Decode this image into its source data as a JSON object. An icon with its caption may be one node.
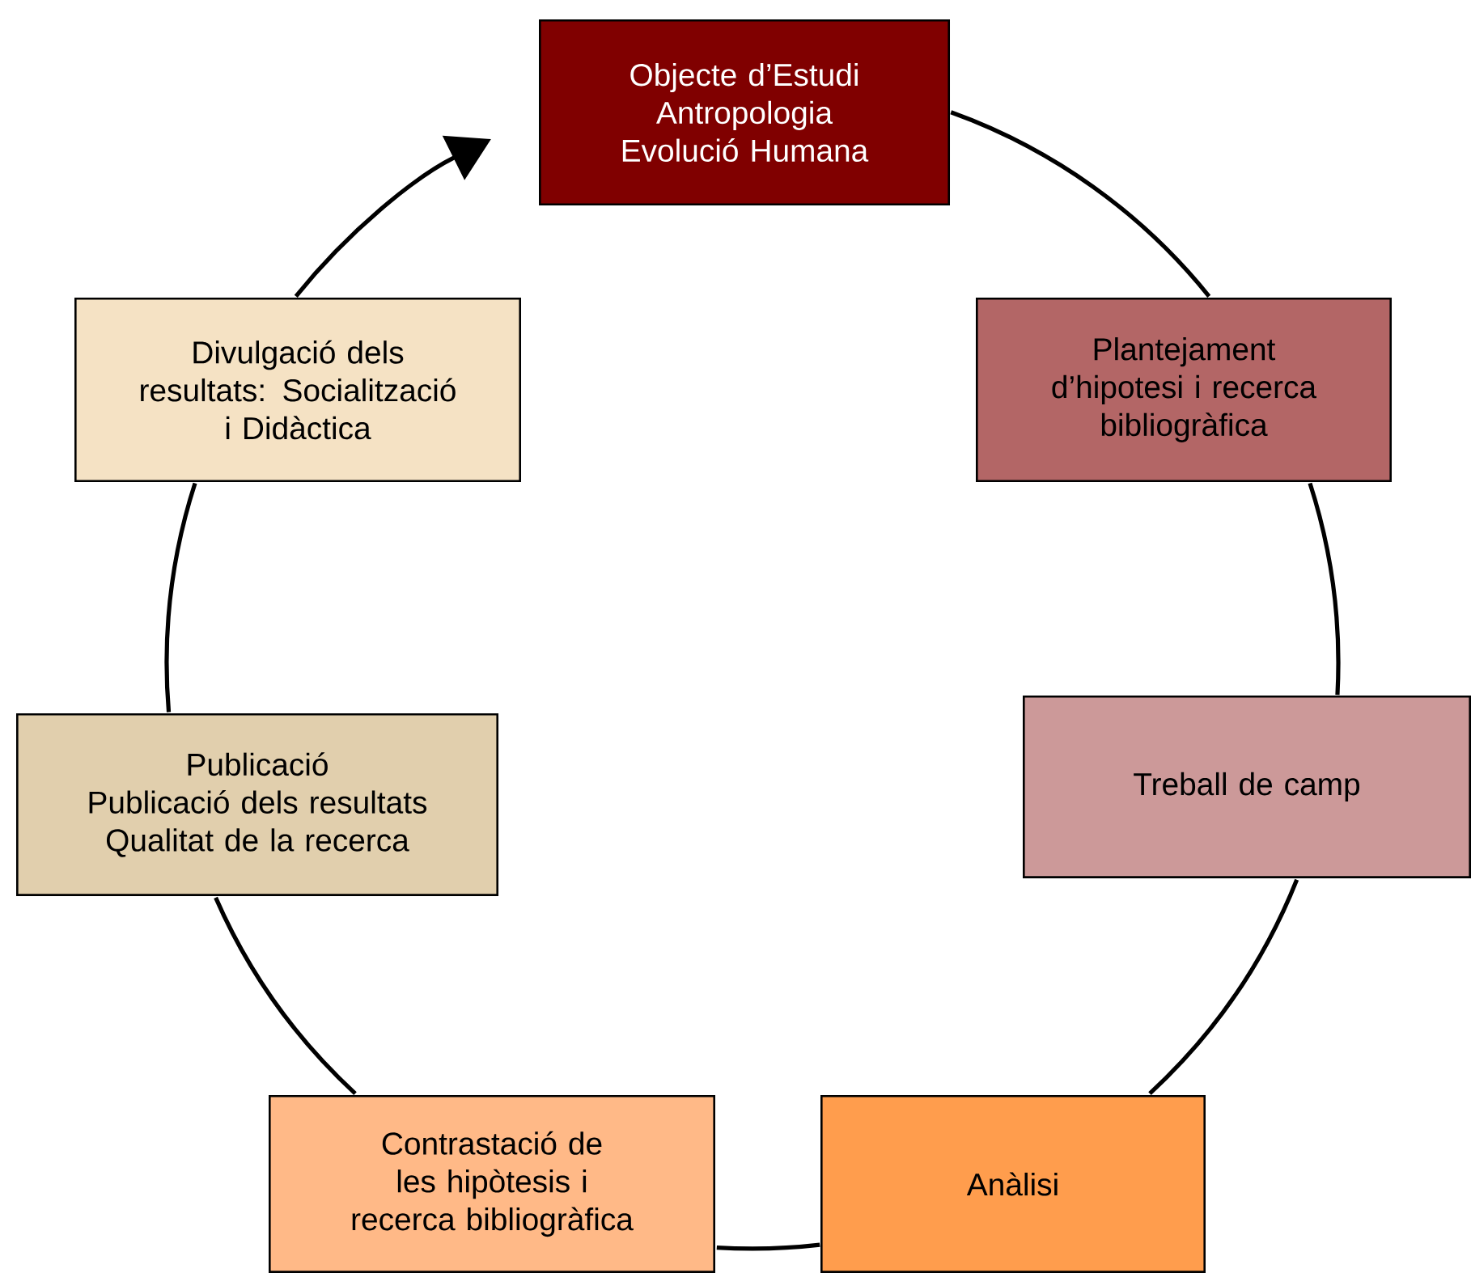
{
  "diagram": {
    "nodes": [
      {
        "text": [
          "Objecte d’Estudi",
          "Antropologia",
          "Evolució Humana"
        ]
      },
      {
        "text": [
          "Plantejament d’hipotesi i recerca bibliogràfica"
        ]
      },
      {
        "text": [
          "Treball de camp"
        ]
      },
      {
        "text": [
          "Anàlisi"
        ]
      },
      {
        "text": [
          "Contrastació de les hipòtesis i recerca bibliogràfica"
        ]
      },
      {
        "text": [
          "Publicació",
          "Publicació dels resultats",
          "Qualitat de la recerca"
        ]
      },
      {
        "text": [
          "Divulgació dels resultats: Socialització i Didàctica"
        ]
      }
    ],
    "edges": [
      {
        "from": 0,
        "to": 1,
        "arrow": "none"
      },
      {
        "from": 1,
        "to": 2,
        "arrow": "none"
      },
      {
        "from": 2,
        "to": 3,
        "arrow": "none"
      },
      {
        "from": 3,
        "to": 4,
        "arrow": "none"
      },
      {
        "from": 4,
        "to": 5,
        "arrow": "none"
      },
      {
        "from": 5,
        "to": 6,
        "arrow": "none"
      },
      {
        "from": 6,
        "to": 0,
        "arrow": "to"
      }
    ]
  }
}
